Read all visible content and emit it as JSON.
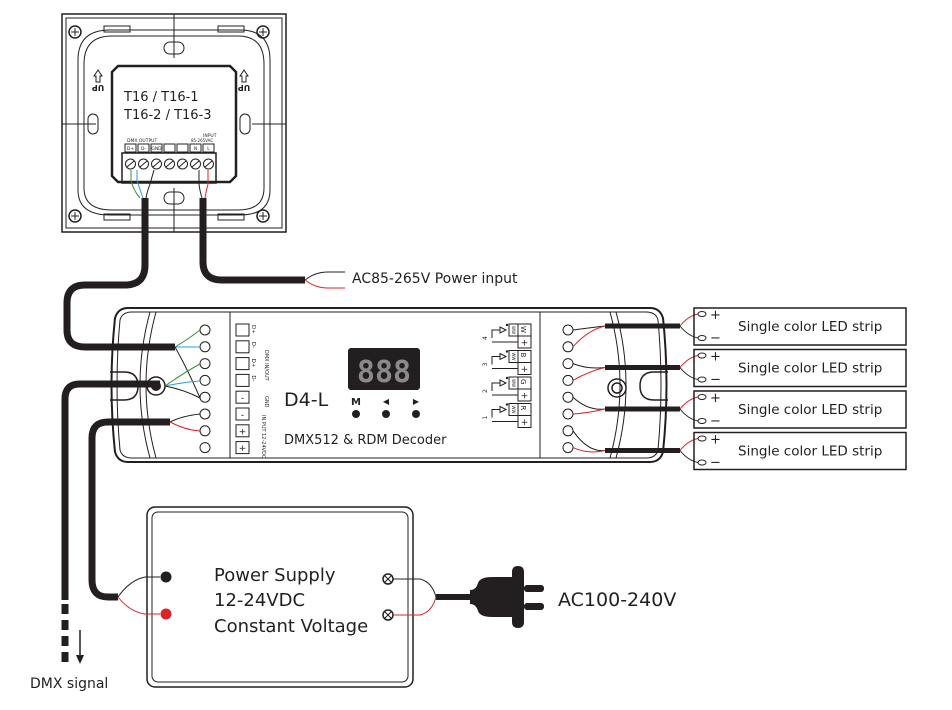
{
  "wall_panel": {
    "models_line1": "T16   / T16-1",
    "models_line2": "T16-2 / T16-3",
    "up_label": "UP",
    "dmx_output_label": "DMX OUTPUT",
    "input_label": "INPUT",
    "input_voltage_label": "85-265VAC",
    "terminals": [
      "D+",
      "D-",
      "GND",
      "",
      "",
      "N",
      "L"
    ]
  },
  "power_input_label": "AC85-265V  Power input",
  "decoder": {
    "model": "D4-L",
    "subtitle": "DMX512 & RDM Decoder",
    "display": "888",
    "buttons": [
      "M",
      "◀",
      "▶"
    ],
    "left_terminals": [
      "D+",
      "D-",
      "D+",
      "D-",
      "-",
      "-",
      "+",
      "+"
    ],
    "left_terminal_labels": [
      "DMX IN/OUT",
      "GND",
      "IN PUT 12-24VDC"
    ],
    "channels": [
      {
        "number": "4",
        "color": "W",
        "ww": "WW"
      },
      {
        "number": "3",
        "color": "B",
        "ww": "WW"
      },
      {
        "number": "2",
        "color": "G",
        "ww": "WW"
      },
      {
        "number": "1",
        "color": "R",
        "ww": "WW"
      }
    ],
    "plus_label": "+"
  },
  "led_strips": [
    {
      "label": "Single color LED strip",
      "plus": "+",
      "minus": "−"
    },
    {
      "label": "Single color LED strip",
      "plus": "+",
      "minus": "−"
    },
    {
      "label": "Single color LED strip",
      "plus": "+",
      "minus": "−"
    },
    {
      "label": "Single color LED strip",
      "plus": "+",
      "minus": "−"
    }
  ],
  "power_supply": {
    "line1": "Power Supply",
    "line2": "12-24VDC",
    "line3": "Constant Voltage"
  },
  "ac_plug_label": "AC100-240V",
  "dmx_signal_label": "DMX signal",
  "colors": {
    "ink": "#231f20",
    "red_wire": "#d9252a",
    "green_wire": "#3a8f3a",
    "blue_wire": "#2a9fd6"
  }
}
